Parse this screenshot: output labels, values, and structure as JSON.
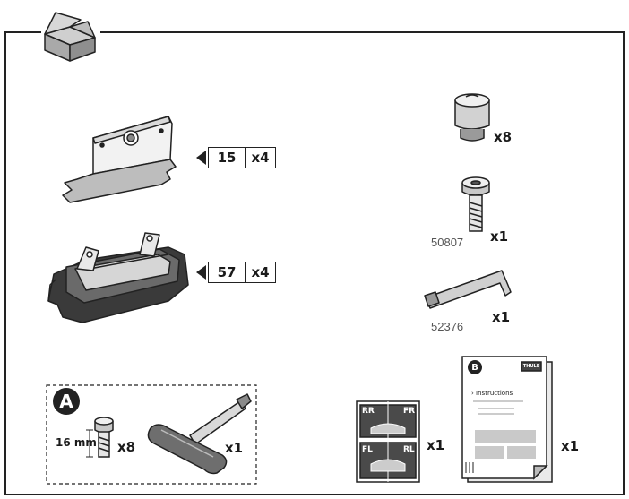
{
  "parts": {
    "adapter_plate": {
      "code": "15",
      "qty": "x4"
    },
    "foot_pad": {
      "code": "57",
      "qty": "x4"
    },
    "spacer_nut": {
      "qty": "x8"
    },
    "bolt": {
      "number": "50807",
      "qty": "x1"
    },
    "allen_key": {
      "number": "52376",
      "qty": "x1"
    }
  },
  "kit_a": {
    "badge": "A",
    "bolt_length": "16 mm",
    "bolt_qty": "x8",
    "tool_qty": "x1"
  },
  "position_stickers": {
    "labels": [
      "RR",
      "FR",
      "FL",
      "RL"
    ],
    "qty": "x1"
  },
  "instructions_sheet": {
    "badge": "B",
    "brand": "THULE",
    "title": "Instructions",
    "qty": "x1"
  }
}
